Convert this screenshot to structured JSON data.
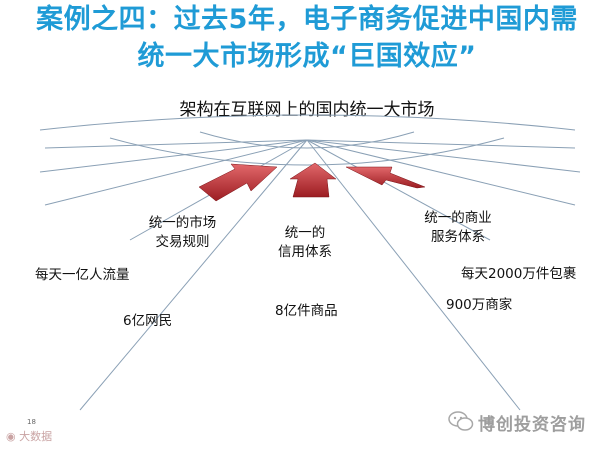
{
  "title_line1": "案例之四：过去5年，电子商务促进中国内需",
  "title_line2": "统一大市场形成“巨国效应”",
  "subtitle": "架构在互联网上的国内统一大市场",
  "pillars": {
    "left": [
      "统一的市场",
      "交易规则"
    ],
    "middle": [
      "统一的",
      "信用体系"
    ],
    "right": [
      "统一的商业",
      "服务体系"
    ]
  },
  "stats": {
    "daily_traffic": "每天一亿人流量",
    "netizens": "6亿网民",
    "products": "8亿件商品",
    "merchants": "900万商家",
    "daily_parcels": "每天2000万件包裹"
  },
  "page_number": "18",
  "weibo_watermark": "大数据",
  "watermark_text": "博创投资咨询",
  "colors": {
    "title": "#1f9bd6",
    "arrow": "#b8252b",
    "lines": "#8aa0b5"
  }
}
